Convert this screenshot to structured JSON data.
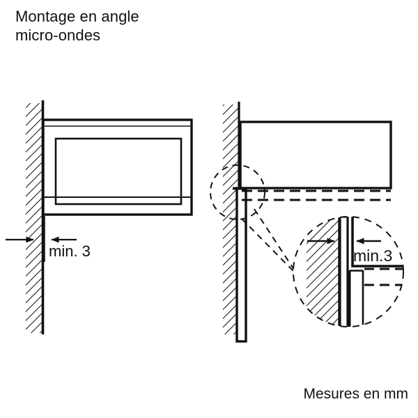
{
  "page": {
    "title_line1": "Montage en angle",
    "title_line2": "micro-ondes",
    "title_full": "Montage en angle\nmicro-ondes",
    "units_note": "Mesures en mm",
    "background_color": "#ffffff",
    "line_color": "#111111",
    "text_color": "#111111"
  },
  "diagrams": {
    "left": {
      "name": "front-view-corner-mounting",
      "wall": {
        "label": "wall-hatching",
        "orientation": "vertical",
        "hatch_angle_deg": 45
      },
      "appliance": {
        "label": "microwave-front-view",
        "parts": [
          "outer-body",
          "top-trim-line",
          "door-panel",
          "bottom-trim-line"
        ]
      },
      "dimension": {
        "label": "min. 3",
        "value": 3,
        "prefix": "min.",
        "unit": "mm",
        "arrow_direction": "inward-both"
      }
    },
    "right": {
      "name": "side-view-corner-mounting",
      "wall": {
        "label": "wall-hatching",
        "orientation": "vertical",
        "hatch_angle_deg": 45
      },
      "rail": {
        "label": "mounting-rail-vertical"
      },
      "appliance": {
        "label": "microwave-side-view",
        "parts": [
          "body-outline",
          "dashed-underline-1",
          "dashed-underline-2"
        ]
      },
      "callout": {
        "label": "detail-callout",
        "source_circle": "small-dashed-circle",
        "target_circle": "large-detail-circle",
        "leader_style": "dashed"
      },
      "detail": {
        "label": "detail-enlargement",
        "dimension": {
          "label": "min.3",
          "value": 3,
          "prefix": "min.",
          "unit": "mm",
          "arrow_direction": "inward-both"
        },
        "parts": [
          "wall-hatching",
          "mounting-rail",
          "bracket-angle",
          "dashed-shelf-line-1",
          "dashed-shelf-line-2"
        ]
      }
    }
  }
}
